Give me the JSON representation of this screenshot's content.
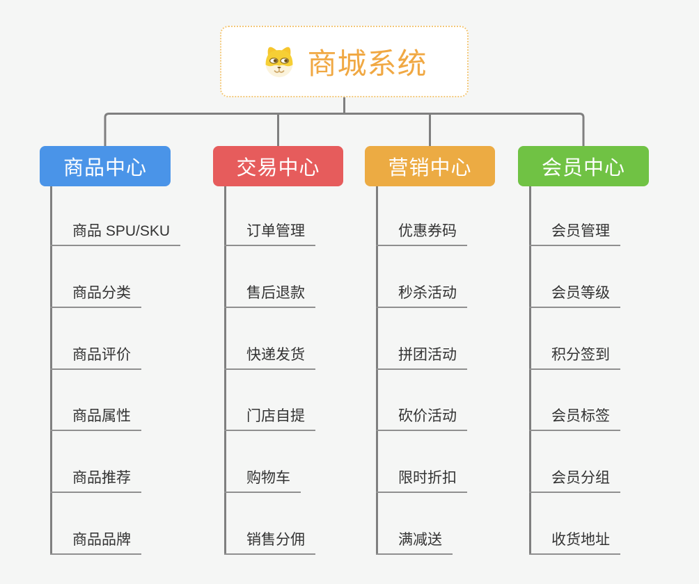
{
  "root": {
    "title": "商城系统",
    "accent_color": "#f0a843",
    "border_color": "#f3c878",
    "icon": "dog-icon"
  },
  "connector_color": "#7f7f7f",
  "underline_color": "#8f8f8f",
  "branches": [
    {
      "label": "商品中心",
      "color": "#4a94e8",
      "items": [
        "商品 SPU/SKU",
        "商品分类",
        "商品评价",
        "商品属性",
        "商品推荐",
        "商品品牌"
      ]
    },
    {
      "label": "交易中心",
      "color": "#e65c5c",
      "items": [
        "订单管理",
        "售后退款",
        "快递发货",
        "门店自提",
        "购物车",
        "销售分佣"
      ]
    },
    {
      "label": "营销中心",
      "color": "#ecab43",
      "items": [
        "优惠券码",
        "秒杀活动",
        "拼团活动",
        "砍价活动",
        "限时折扣",
        "满减送"
      ]
    },
    {
      "label": "会员中心",
      "color": "#70c244",
      "items": [
        "会员管理",
        "会员等级",
        "积分签到",
        "会员标签",
        "会员分组",
        "收货地址"
      ]
    }
  ]
}
